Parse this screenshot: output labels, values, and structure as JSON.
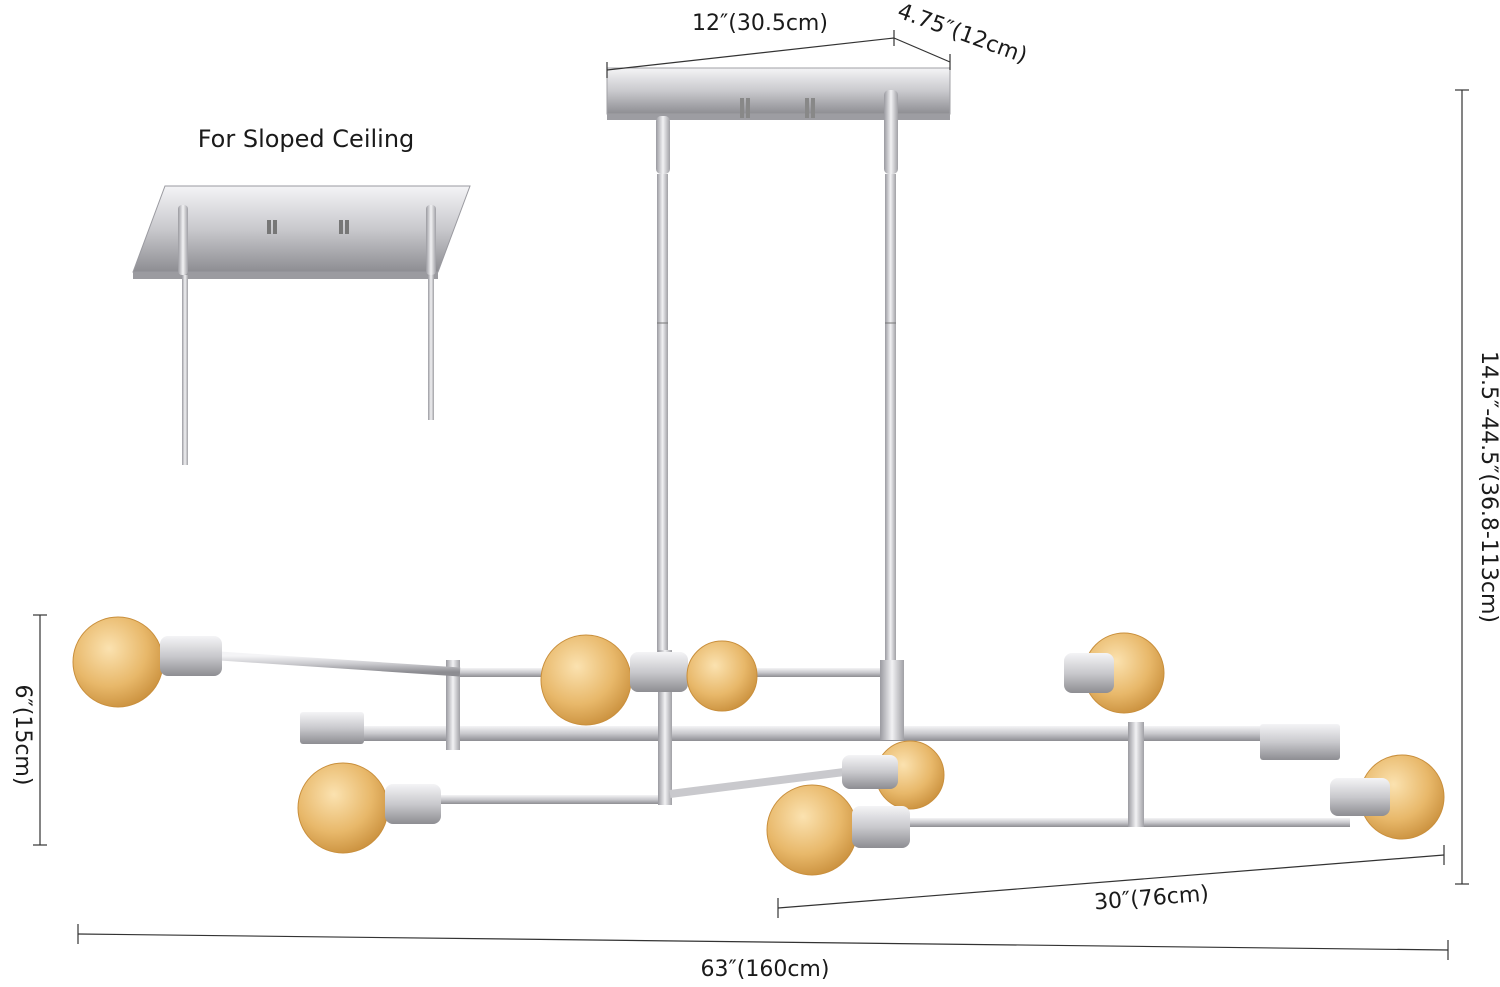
{
  "sloped_ceiling_label": "For Sloped Ceiling",
  "dimensions": {
    "canopy_length": "12″(30.5cm)",
    "canopy_width": "4.75″(12cm)",
    "height_range": "14.5″-44.5″(36.8-113cm)",
    "fixture_height": "6″(15cm)",
    "fixture_depth": "30″(76cm)",
    "fixture_length": "63″(160cm)"
  },
  "colors": {
    "chrome": "#d9d9dc",
    "chrome_dark": "#8a8a8f",
    "bulb": "#e8b86a",
    "bulb_edge": "#c98f3c",
    "dimension_line": "#333333"
  }
}
